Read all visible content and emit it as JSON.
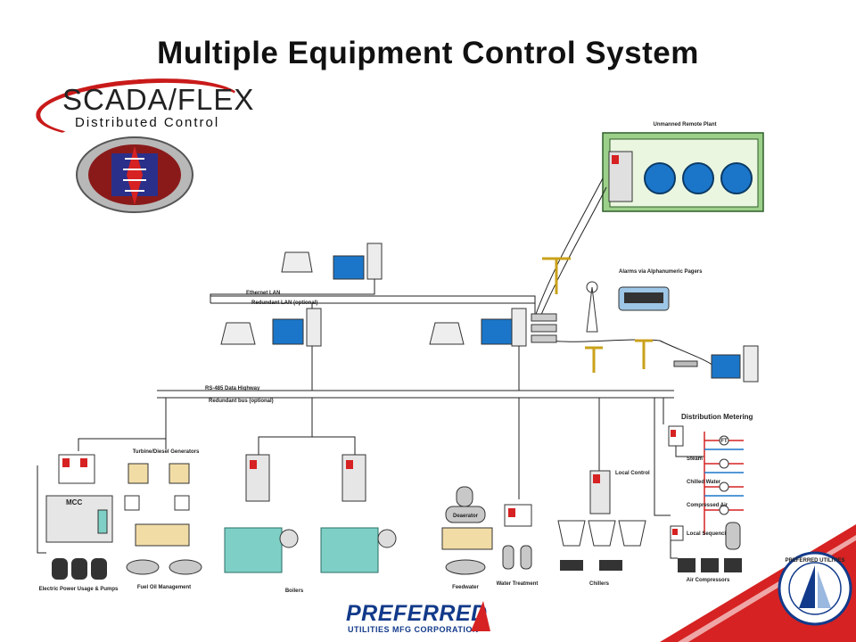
{
  "page": {
    "title": "Multiple Equipment Control System"
  },
  "logos": {
    "scada_name": "SCADA/FLEX",
    "scada_subtitle": "Distributed Control",
    "company_name": "PREFERRED",
    "company_tagline": "UTILITIES MFG CORPORATION",
    "seal_text": "PREFERRED UTILITIES"
  },
  "colors": {
    "accent_red": "#d62222",
    "brand_blue": "#123a8a",
    "plant_green": "#9cd08a",
    "equipment_teal": "#7ed0c6",
    "monitor_blue": "#1b76c9",
    "tank_gray": "#c8c8c8"
  },
  "diagram": {
    "labels": {
      "remote_plant": "Unmanned Remote Plant",
      "ethernet_lan": "Ethernet LAN",
      "redundant_lan": "Redundant LAN (optional)",
      "data_highway": "RS-485 Data Highway",
      "redundant_bus": "Redundant bus (optional)",
      "pager": "Alarms via Alphanumeric Pagers",
      "distribution_metering": "Distribution Metering",
      "steam": "Steam",
      "chilled_water": "Chilled Water",
      "compressed_air": "Compressed Air",
      "mcc": "MCC",
      "generators": "Turbine/Diesel Generators",
      "fuel_oil": "Fuel Oil Management",
      "boilers": "Boilers",
      "deaerator": "Deaerator",
      "feedwater": "Feedwater",
      "water_treatment": "Water Treatment",
      "local_control": "Local Control",
      "chillers": "Chillers",
      "local_sequencing": "Local Sequencing",
      "air_compressors": "Air Compressors",
      "electric_power": "Electric Power Usage & Pumps",
      "flow_indicator": "FT"
    }
  }
}
